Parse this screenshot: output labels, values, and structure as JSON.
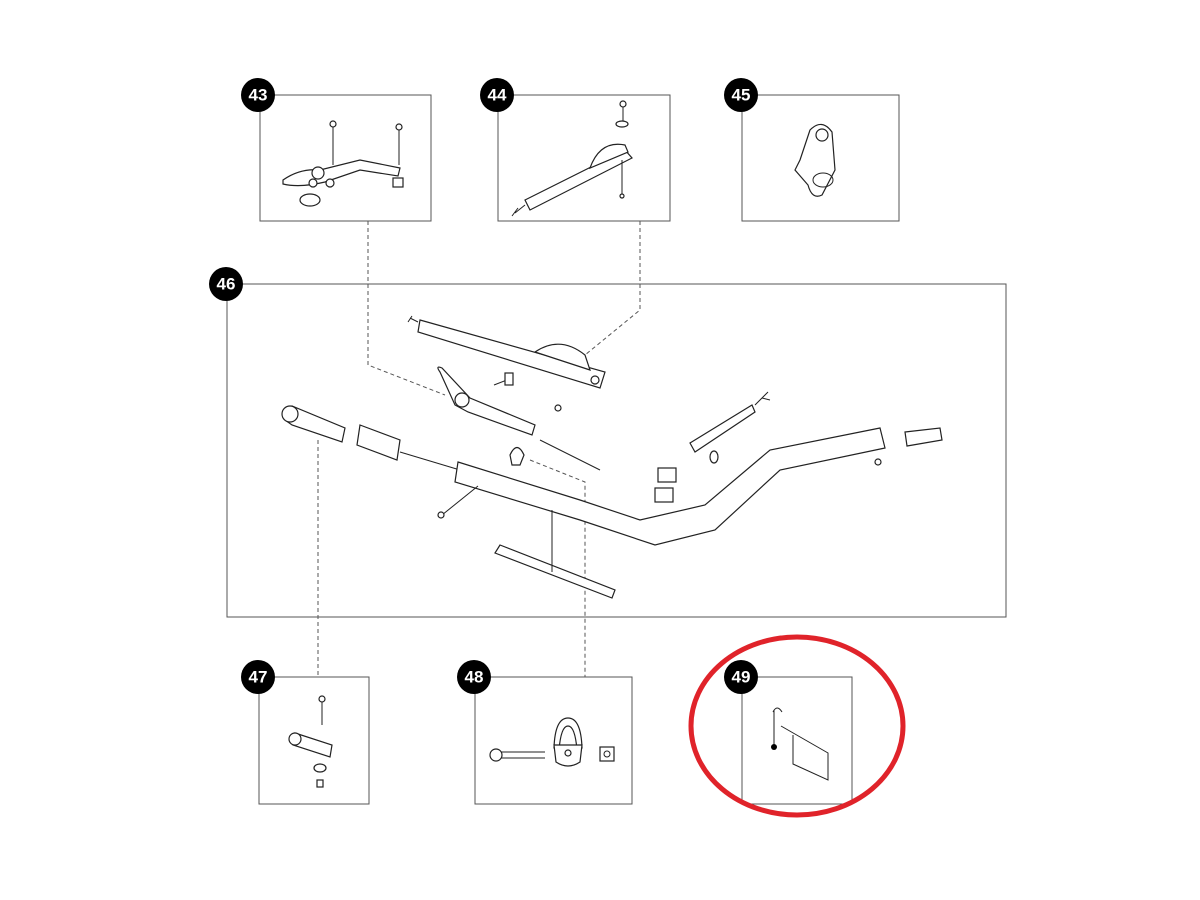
{
  "diagram": {
    "callouts": [
      {
        "number": "43"
      },
      {
        "number": "44"
      },
      {
        "number": "45"
      },
      {
        "number": "46"
      },
      {
        "number": "47"
      },
      {
        "number": "48"
      },
      {
        "number": "49"
      }
    ],
    "highlight": {
      "target": "49",
      "color": "#e0232a"
    }
  }
}
